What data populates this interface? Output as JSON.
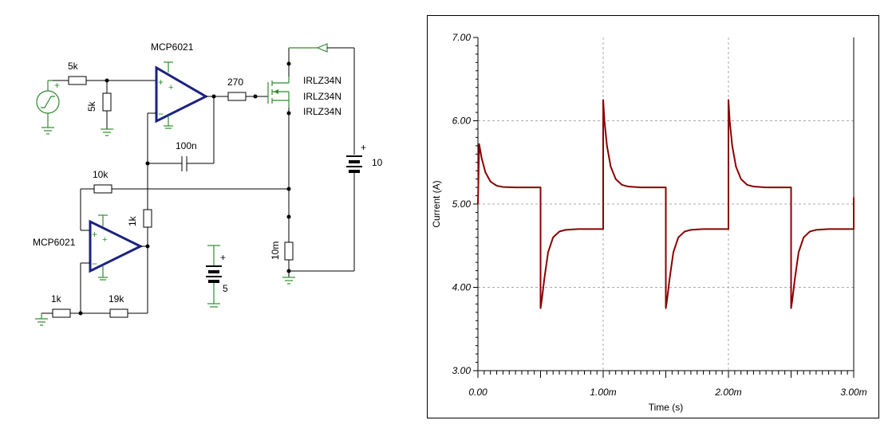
{
  "schematic": {
    "opamp_top": {
      "part": "MCP6021"
    },
    "opamp_bottom": {
      "part": "MCP6021"
    },
    "r_in": "5k",
    "r_in_shunt": "5k",
    "r_gate": "270",
    "c_fb": "100n",
    "r_fb_top": "10k",
    "r_fb_mid": "1k",
    "r_gain_in": "1k",
    "r_gain_fb": "19k",
    "r_sense": "10m",
    "mosfets": [
      "IRLZ34N",
      "IRLZ34N",
      "IRLZ34N"
    ],
    "battery_main": "10",
    "battery_aux": "5",
    "plus_sign": "+",
    "minus_sign": "−"
  },
  "chart_data": {
    "type": "line",
    "xlabel": "Time (s)",
    "ylabel": "Current (A)",
    "xlim": [
      0,
      0.003
    ],
    "ylim": [
      3.0,
      7.0
    ],
    "x_tick_labels": [
      "0.00",
      "1.00m",
      "2.00m",
      "3.00m"
    ],
    "y_tick_labels": [
      "3.00",
      "4.00",
      "5.00",
      "6.00",
      "7.00"
    ],
    "grid": true,
    "series": [
      {
        "color": "#8b0000",
        "x": [
          0,
          1e-05,
          3e-05,
          6e-05,
          0.0001,
          0.00015,
          0.0002,
          0.0003,
          0.0005,
          0.0005,
          0.00051,
          0.00053,
          0.00056,
          0.0006,
          0.00065,
          0.0007,
          0.0008,
          0.001,
          0.001,
          0.00101,
          0.00103,
          0.00106,
          0.0011,
          0.00115,
          0.0012,
          0.0013,
          0.0015,
          0.0015,
          0.00151,
          0.00153,
          0.00156,
          0.0016,
          0.00165,
          0.0017,
          0.0018,
          0.002,
          0.002,
          0.00201,
          0.00203,
          0.00206,
          0.0021,
          0.00215,
          0.0022,
          0.0023,
          0.0025,
          0.0025,
          0.00251,
          0.00253,
          0.00256,
          0.0026,
          0.00265,
          0.0027,
          0.0028,
          0.003,
          0.003
        ],
        "y": [
          5.0,
          5.72,
          5.55,
          5.38,
          5.27,
          5.22,
          5.205,
          5.2,
          5.2,
          3.75,
          3.85,
          4.1,
          4.42,
          4.6,
          4.67,
          4.69,
          4.7,
          4.7,
          6.25,
          6.0,
          5.7,
          5.45,
          5.3,
          5.23,
          5.21,
          5.2,
          5.2,
          3.75,
          3.85,
          4.1,
          4.42,
          4.6,
          4.67,
          4.69,
          4.7,
          4.7,
          6.25,
          6.0,
          5.7,
          5.45,
          5.3,
          5.23,
          5.21,
          5.2,
          5.2,
          3.75,
          3.85,
          4.1,
          4.42,
          4.6,
          4.67,
          4.69,
          4.7,
          4.7,
          5.08
        ]
      }
    ]
  }
}
